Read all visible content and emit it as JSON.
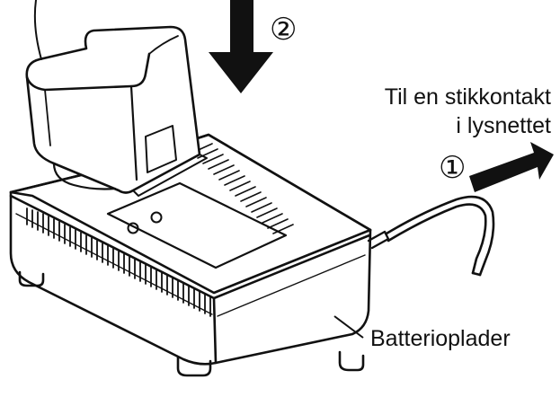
{
  "labels": {
    "outlet_line1": "Til en stikkontakt",
    "outlet_line2": "i lysnettet",
    "charger": "Batterioplader",
    "step1": "①",
    "step2": "②"
  },
  "colors": {
    "ink": "#111111",
    "paper": "#ffffff"
  }
}
